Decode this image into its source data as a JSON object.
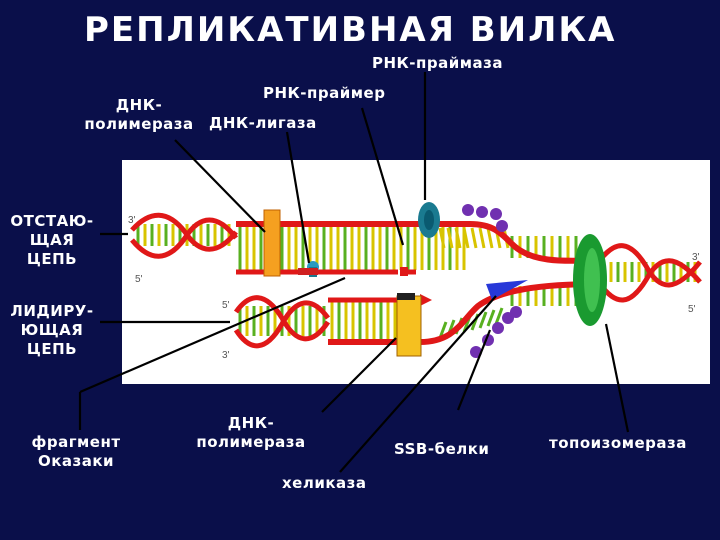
{
  "title": "РЕПЛИКАТИВНАЯ  ВИЛКА",
  "labels": {
    "primase": "РНК-праймаза",
    "primer": "РНК-праймер",
    "dna_pol_top_1": "ДНК-",
    "dna_pol_top_2": "полимераза",
    "ligase": "ДНК-лигаза",
    "lagging_1": "ОТСТАЮ-",
    "lagging_2": "ЩАЯ",
    "lagging_3": "ЦЕПЬ",
    "leading_1": "ЛИДИРУ-",
    "leading_2": "ЮЩАЯ",
    "leading_3": "ЦЕПЬ",
    "okazaki_1": "фрагмент",
    "okazaki_2": "Оказаки",
    "dna_pol_bottom_1": "ДНК-",
    "dna_pol_bottom_2": "полимераза",
    "helicase": "хеликаза",
    "ssb": "SSB-белки",
    "topoisomerase": "топоизомераза"
  },
  "strand_ends": {
    "top_left_3": "3'",
    "top_left_5": "5'",
    "bottom_left_5": "5'",
    "bottom_left_3": "3'",
    "right_3": "3'",
    "right_5": "5'"
  },
  "colors": {
    "background": "#0a0f4a",
    "panel": "#ffffff",
    "strand_red": "#e01818",
    "rung_yellow": "#d8c400",
    "rung_green": "#58b020",
    "polymerase": "#f5a020",
    "primase": "#1a7a90",
    "ssb": "#7030b0",
    "helicase": "#2838d8",
    "topoisomerase": "#1a9a30"
  }
}
